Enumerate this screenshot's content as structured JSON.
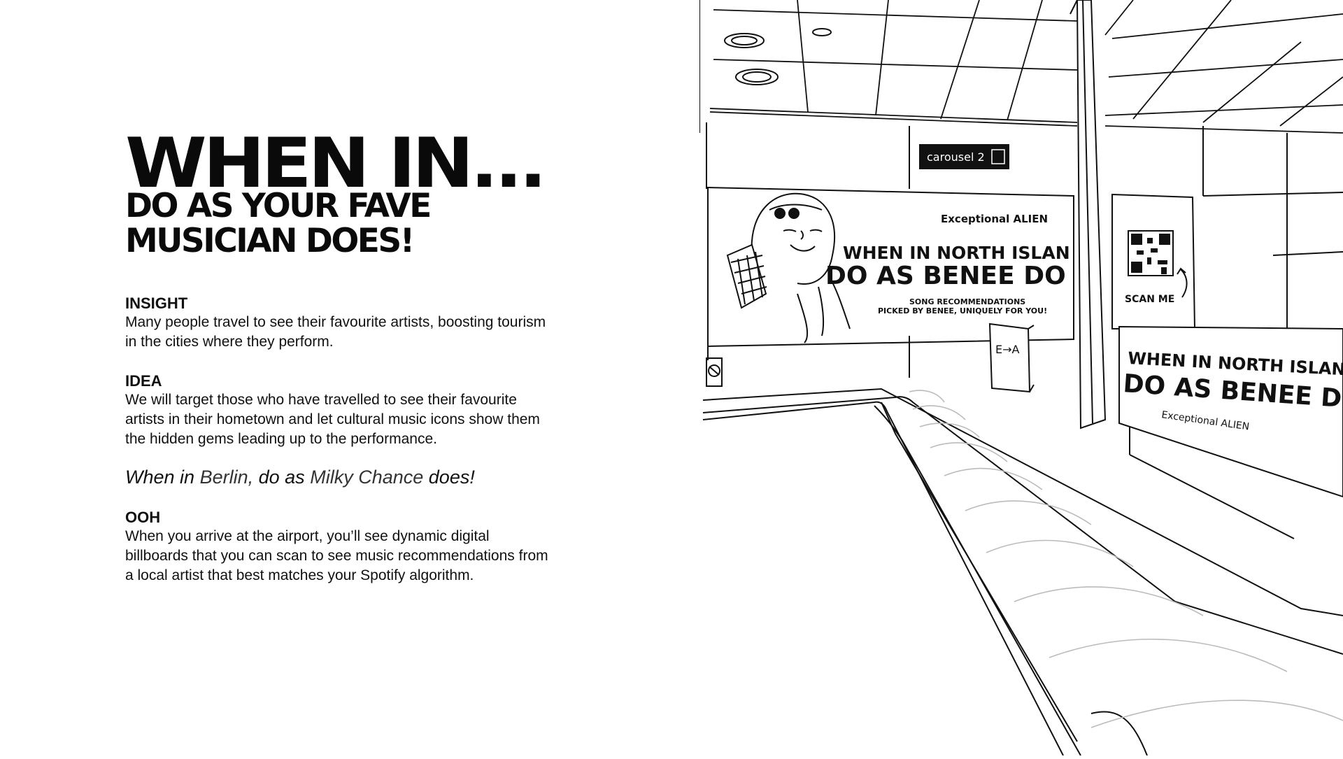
{
  "headline": "WHEN IN...",
  "subhead_line1": "DO AS YOUR FAVE",
  "subhead_line2": "MUSICIAN DOES!",
  "insight": {
    "title": "INSIGHT",
    "line1": "Many people travel to see their favourite artists, boosting tourism",
    "line2": "in the cities where they perform."
  },
  "idea": {
    "title": "IDEA",
    "line1": "We will target those who have travelled to see their favourite",
    "line2": "artists in their hometown and let cultural music icons show them",
    "line3": "the hidden gems leading up to the performance."
  },
  "tagline": {
    "p1": "When in",
    "p2": "Berlin,",
    "p3": "do as",
    "p4": "Milky Chance",
    "p5": "does!"
  },
  "ooh": {
    "title": "OOH",
    "line1": "When you arrive at the airport, you’ll see dynamic digital",
    "line2": "billboards that you can scan to see music recommendations from",
    "line3": "a local artist that best matches your Spotify algorithm."
  },
  "illustration": {
    "carousel_sign": "carousel 2",
    "billboard_brand": "Exceptional ALIEN",
    "billboard_line1": "WHEN IN  NORTH ISLAN",
    "billboard_line2": "DO AS BENEE DO",
    "billboard_small1": "SONG RECOMMENDATIONS",
    "billboard_small2": "PICKED BY BENEE, UNIQUELY FOR YOU!",
    "scan_label": "SCAN ME",
    "ea_sign": "E→A",
    "kiosk_line1": "WHEN IN NORTH ISLAND",
    "kiosk_line2": "DO AS BENEE DOES",
    "kiosk_brand": "Exceptional ALIEN"
  }
}
